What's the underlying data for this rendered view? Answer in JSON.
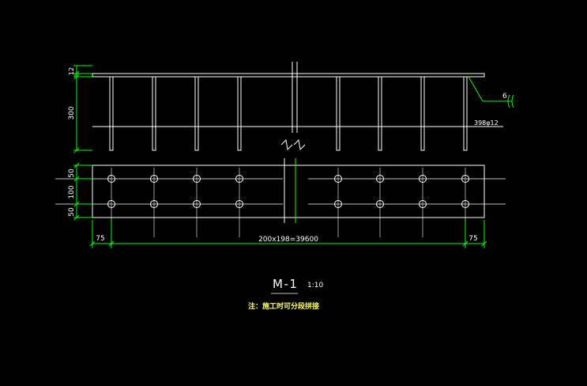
{
  "colors": {
    "background": "#000000",
    "geometry": "#ffffff",
    "dimension": "#00ff00",
    "weld_symbol": "#00ff00",
    "text": "#ffffff",
    "title_text": "#ffffff",
    "note_text": "#ffff66"
  },
  "dimensions": {
    "plate_thickness": "12",
    "stud_length": "300",
    "top_edge": "50",
    "row_spacing": "100",
    "bottom_edge": "50",
    "left_end": "75",
    "span": "200x198=39600",
    "right_end": "75"
  },
  "labels": {
    "studs": "398φ12",
    "weld_size": "6"
  },
  "title": {
    "name": "M-1",
    "scale": "1:10"
  },
  "note": "注：施工时可分段拼接"
}
